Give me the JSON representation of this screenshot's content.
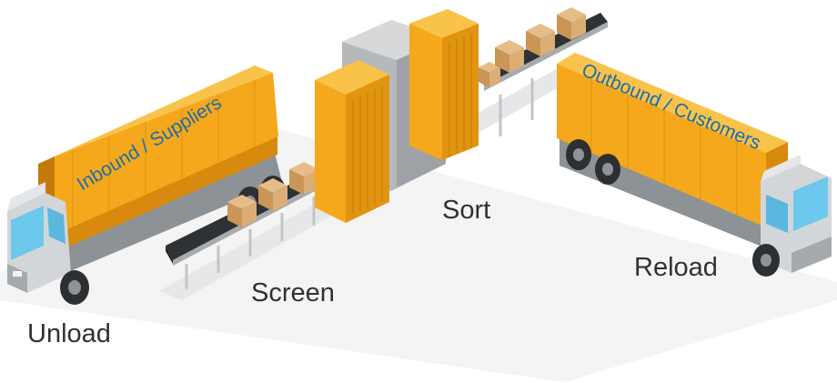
{
  "colors": {
    "container_orange": "#f5a81c",
    "container_dark": "#d88a0e",
    "truck_gray": "#c9cdd1",
    "truck_dark": "#7d8286",
    "window_blue": "#5fc3ea",
    "belt_black": "#3a3d40",
    "machine_gray": "#b6b9bc",
    "box_brown": "#dcae76",
    "label_text": "#2f3133",
    "container_text": "#1c6fa6"
  },
  "containers": {
    "inbound_label": "Inbound / Suppliers",
    "outbound_label": "Outbound / Customers"
  },
  "steps": {
    "unload": "Unload",
    "screen": "Screen",
    "sort": "Sort",
    "reload": "Reload"
  }
}
